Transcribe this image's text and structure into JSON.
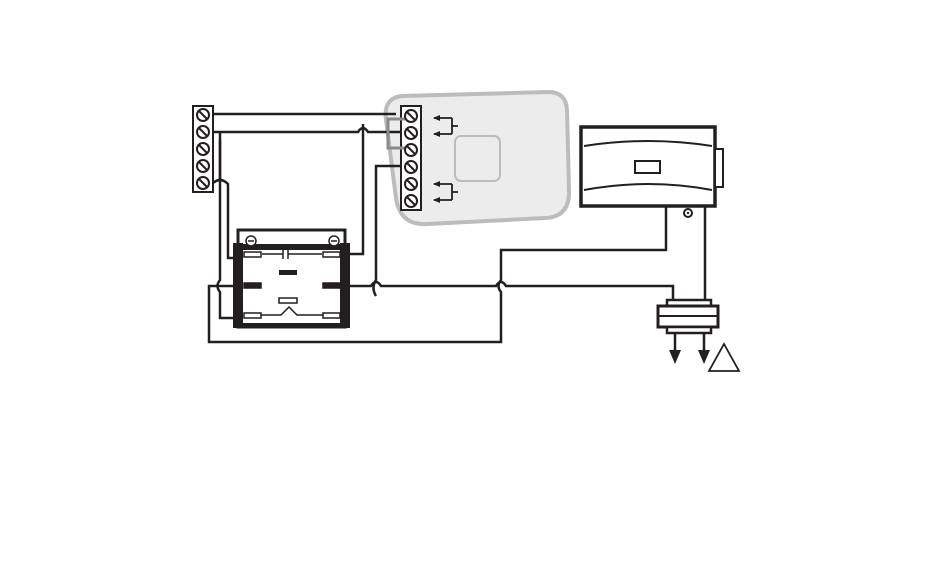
{
  "diagram": {
    "colors": {
      "wire": "#231f20",
      "thermostat_outline": "#bcbcbc",
      "thermostat_fill": "#ececec",
      "background": "#ffffff"
    },
    "components": [
      {
        "id": "left-terminal-block",
        "icon": "terminal-block-icon",
        "screws": 5
      },
      {
        "id": "thermostat",
        "icon": "thermostat-icon",
        "screws": 6
      },
      {
        "id": "relay-module",
        "icon": "relay-icon",
        "mounting_holes": 2
      },
      {
        "id": "damper-motor",
        "icon": "damper-motor-icon"
      },
      {
        "id": "transformer",
        "icon": "transformer-icon"
      },
      {
        "id": "warning-symbol",
        "icon": "warning-triangle-icon"
      }
    ]
  }
}
